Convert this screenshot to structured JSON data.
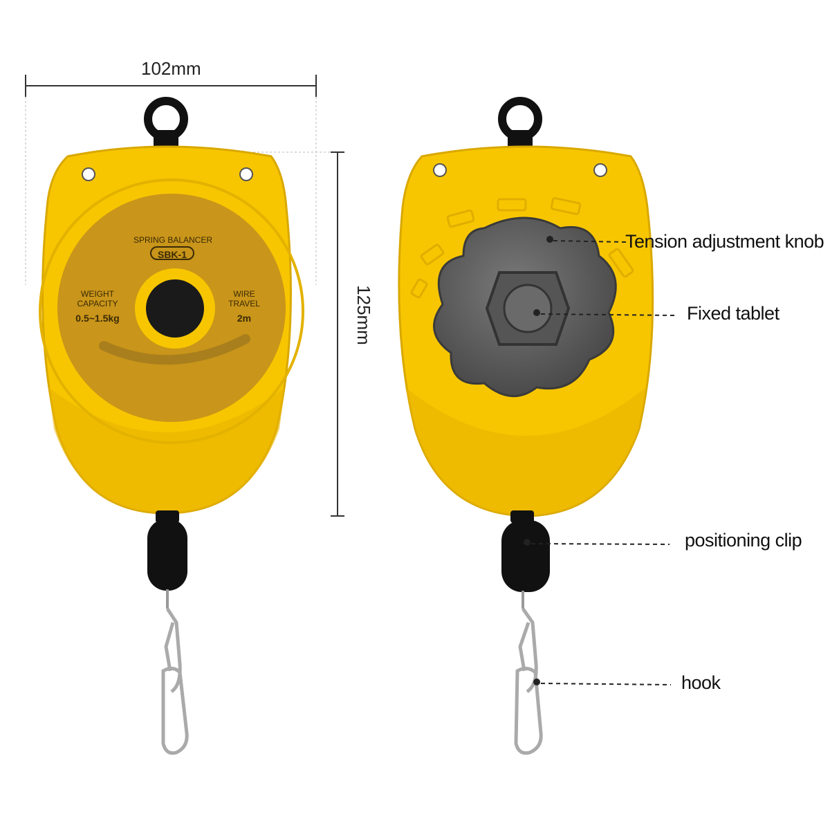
{
  "dimensions": {
    "width_label": "102mm",
    "height_label": "125mm"
  },
  "front_face": {
    "brand_text": "SPRING BALANCER",
    "model_text": "SBK-1",
    "weight_label_line1": "WEIGHT",
    "weight_label_line2": "CAPACITY",
    "weight_value": "0.5~1.5kg",
    "wire_label_line1": "WIRE",
    "wire_label_line2": "TRAVEL",
    "wire_value": "2m"
  },
  "callouts": {
    "tension_knob": "Tension adjustment knob",
    "fixed_tablet": "Fixed tablet",
    "positioning_clip": "positioning clip",
    "hook": "hook"
  },
  "colors": {
    "body_yellow": "#F7C600",
    "face_gold": "#C9951A",
    "knob_gray": "#5E5E5E",
    "rubber_black": "#111111"
  }
}
